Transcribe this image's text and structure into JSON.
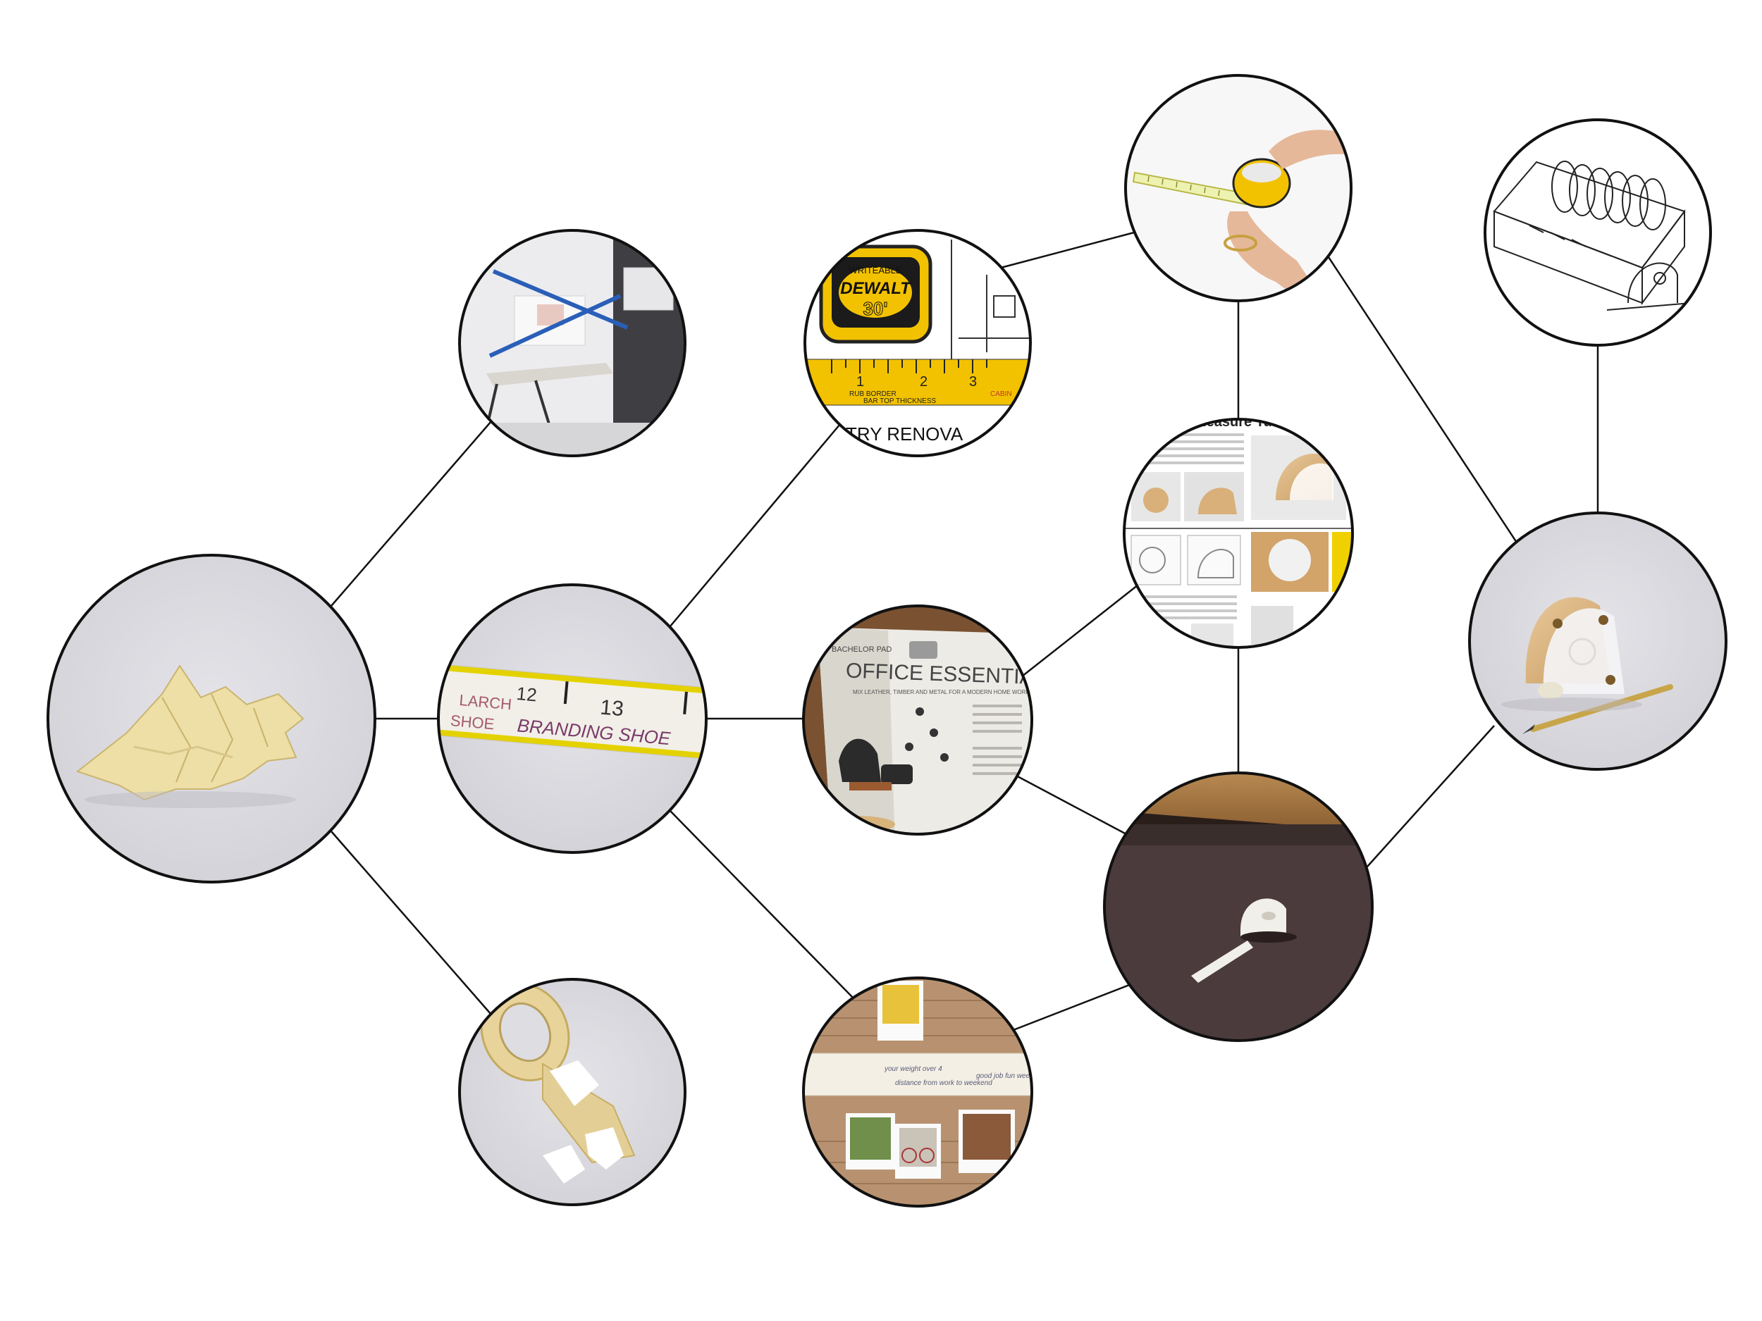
{
  "colors": {
    "background": "#ffffff",
    "ring": "#111111",
    "connector": "#111111",
    "photo_backdrop": "#d9d8de",
    "tape_yellow": "#ead79a",
    "dewalt_yellow": "#f2c200",
    "desk_brown": "#4a3a3a",
    "wood": "#d9b07a"
  },
  "nodes": [
    {
      "id": "crumpled-tape",
      "icon": "crumpled-masking-tape"
    },
    {
      "id": "office-room",
      "icon": "office-interior-photo"
    },
    {
      "id": "tape-roll",
      "icon": "masking-tape-roll"
    },
    {
      "id": "labeled-tape",
      "icon": "handwritten-tape-strip"
    },
    {
      "id": "dewalt-sketch",
      "icon": "tape-measure-sketch"
    },
    {
      "id": "magazine",
      "icon": "magazine-spread"
    },
    {
      "id": "photo-wall",
      "icon": "photo-rail"
    },
    {
      "id": "hands-measuring",
      "icon": "hands-with-tape-measure"
    },
    {
      "id": "tutorial",
      "icon": "tutorial-sheet"
    },
    {
      "id": "desk-prototype",
      "icon": "desk-tape-dispenser"
    },
    {
      "id": "line-drawing",
      "icon": "dispenser-line-drawing"
    },
    {
      "id": "final-product",
      "icon": "wood-tape-dispenser-with-pencil"
    }
  ],
  "edges": [
    [
      "crumpled-tape",
      "office-room"
    ],
    [
      "crumpled-tape",
      "labeled-tape"
    ],
    [
      "crumpled-tape",
      "tape-roll"
    ],
    [
      "labeled-tape",
      "dewalt-sketch"
    ],
    [
      "labeled-tape",
      "magazine"
    ],
    [
      "labeled-tape",
      "photo-wall"
    ],
    [
      "dewalt-sketch",
      "hands-measuring"
    ],
    [
      "hands-measuring",
      "tutorial"
    ],
    [
      "hands-measuring",
      "final-product"
    ],
    [
      "magazine",
      "tutorial"
    ],
    [
      "magazine",
      "desk-prototype"
    ],
    [
      "tutorial",
      "desk-prototype"
    ],
    [
      "photo-wall",
      "desk-prototype"
    ],
    [
      "desk-prototype",
      "final-product"
    ],
    [
      "line-drawing",
      "final-product"
    ]
  ],
  "image_text": {
    "labeled_tape_numbers": [
      "12",
      "13"
    ],
    "labeled_tape_words": [
      "LARCH",
      "SHOE",
      "BRANDING SHOE"
    ],
    "dewalt_label": "WRITEABLE",
    "dewalt_brand": "DEWALT",
    "dewalt_size": "30'",
    "dewalt_tape_digits": [
      "1",
      "2",
      "3"
    ],
    "dewalt_tape_words": [
      "RUB BORDER",
      "BAR TOP THICKNESS",
      "CABIN"
    ],
    "dewalt_caption": "TRY RENOVA",
    "magazine_kicker": "BACHELOR PAD",
    "magazine_title": "OFFICE ESSENTIALS",
    "magazine_subtitle": "MIX LEATHER, TIMBER AND METAL FOR A MODERN HOME WORKSPACE.",
    "tutorial_title": "ape Measure Tutoria",
    "photo_wall_captions": [
      "distance from work to weekend",
      "good job fun weekend",
      "your weight over 4"
    ]
  }
}
